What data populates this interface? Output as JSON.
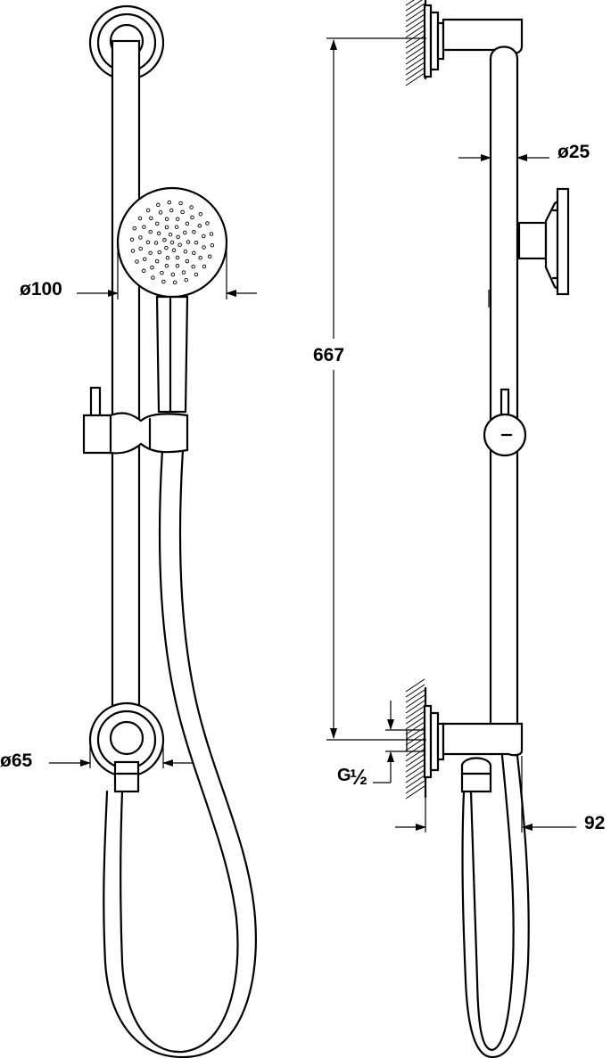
{
  "drawing": {
    "dimensions": {
      "head_diameter": "ø100",
      "flange_diameter": "ø65",
      "rail_diameter": "ø25",
      "rail_length": "667",
      "inlet_thread_g": "G",
      "inlet_thread_fraction": "½",
      "projection": "92"
    }
  }
}
